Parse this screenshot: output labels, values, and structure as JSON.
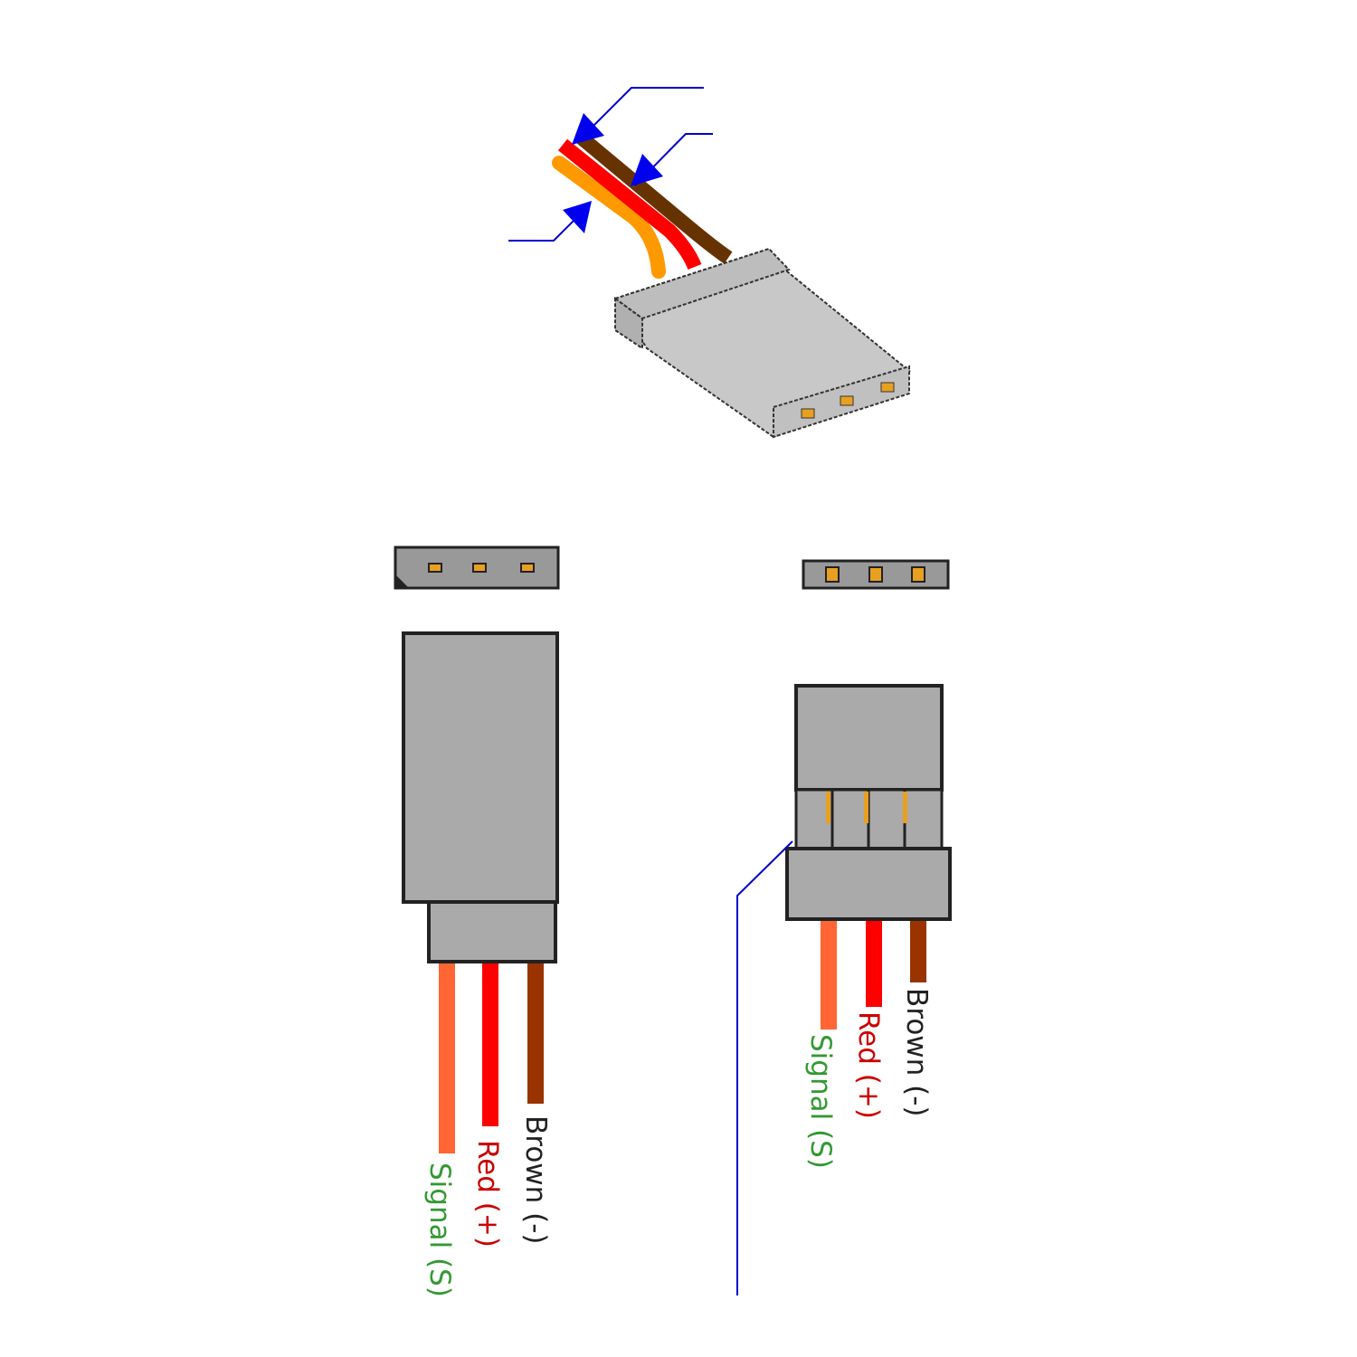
{
  "labels": {
    "brown": "Brown (-)",
    "red": "Red (+)",
    "signal": "Signal (S)"
  },
  "colors": {
    "signal_wire": "#ff6633",
    "signal_wire_3d": "#ff9900",
    "red_wire": "#ff0000",
    "brown_wire": "#993300",
    "brown_wire_3d": "#663300",
    "housing": "#aaaaaa",
    "pin": "#e8a020",
    "pointer": "#0000cc",
    "signal_text": "#339933",
    "red_text": "#cc0000",
    "brown_text": "#222222"
  }
}
